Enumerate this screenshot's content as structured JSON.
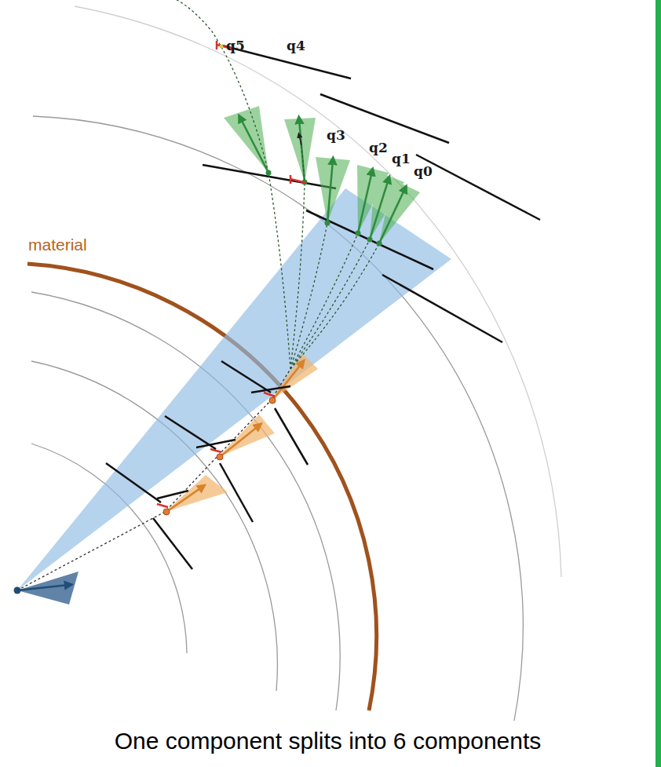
{
  "diagram": {
    "caption": "One component splits into 6 components",
    "labels": [
      "q5",
      "q4",
      "q3",
      "q2",
      "q1",
      "q0",
      "material"
    ]
  }
}
